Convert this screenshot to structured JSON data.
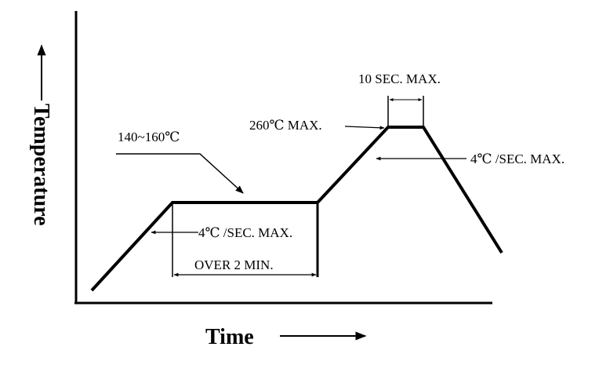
{
  "axes": {
    "y_title": "Temperature",
    "x_title": "Time"
  },
  "labels": {
    "preheat_temp": "140~160℃",
    "peak_temp": "260℃  MAX.",
    "peak_time": "10 SEC. MAX.",
    "ramp_up_rate": "4℃  /SEC. MAX.",
    "ramp_down_rate": "4℃  /SEC. MAX.",
    "preheat_time": "OVER 2 MIN."
  },
  "colors": {
    "ink": "#000000",
    "background": "#ffffff"
  }
}
